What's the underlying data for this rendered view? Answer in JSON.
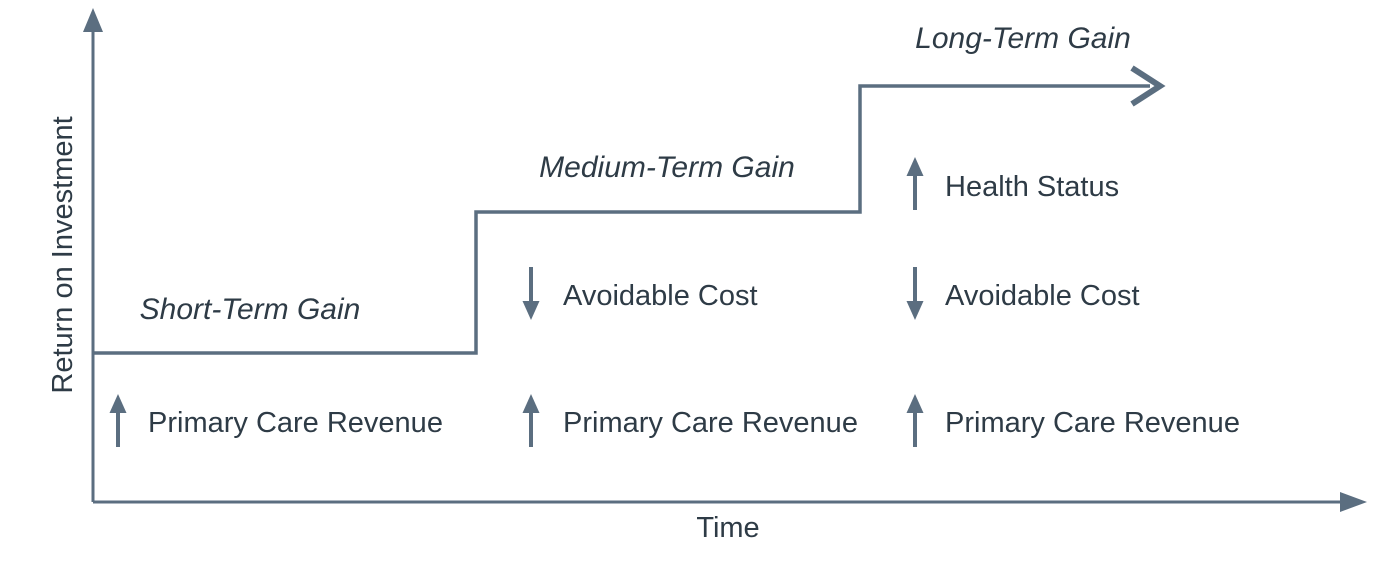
{
  "diagram": {
    "y_axis_label": "Return on Investment",
    "x_axis_label": "Time",
    "phases": [
      {
        "title": "Short-Term Gain",
        "items": [
          {
            "direction": "up",
            "label": "Primary Care Revenue"
          }
        ]
      },
      {
        "title": "Medium-Term Gain",
        "items": [
          {
            "direction": "down",
            "label": "Avoidable Cost"
          },
          {
            "direction": "up",
            "label": "Primary Care Revenue"
          }
        ]
      },
      {
        "title": "Long-Term Gain",
        "items": [
          {
            "direction": "up",
            "label": "Health Status"
          },
          {
            "direction": "down",
            "label": "Avoidable Cost"
          },
          {
            "direction": "up",
            "label": "Primary Care Revenue"
          }
        ]
      }
    ]
  },
  "colors": {
    "line-color": "#5b6e80",
    "text-color": "#2e3b46"
  }
}
